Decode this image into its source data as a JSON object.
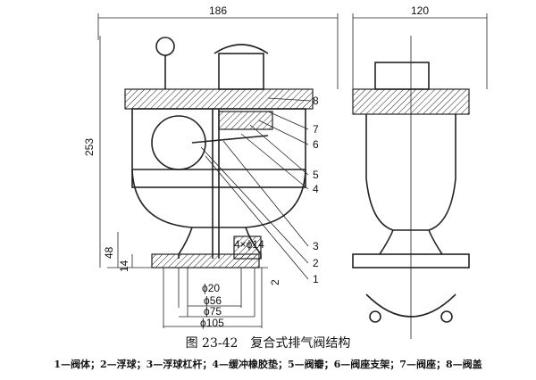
{
  "figure": {
    "caption": "图 23-42　复合式排气阀结构",
    "legend": "1—阀体；2—浮球；3—浮球杠杆；4—缓冲橡胶垫；5—阀瓣；6—阀座支架；7—阀座；8—阀盖",
    "dimensions": {
      "overall_width": "186",
      "side_width": "120",
      "overall_height": "253",
      "flange_height": "48",
      "flange_thickness": "14",
      "raised_face": "2",
      "bolt_holes": "4×ϕ14",
      "d20": "ϕ20",
      "d56": "ϕ56",
      "d75": "ϕ75",
      "d105": "ϕ105"
    },
    "part_labels": [
      "1",
      "2",
      "3",
      "4",
      "5",
      "6",
      "7",
      "8"
    ]
  }
}
